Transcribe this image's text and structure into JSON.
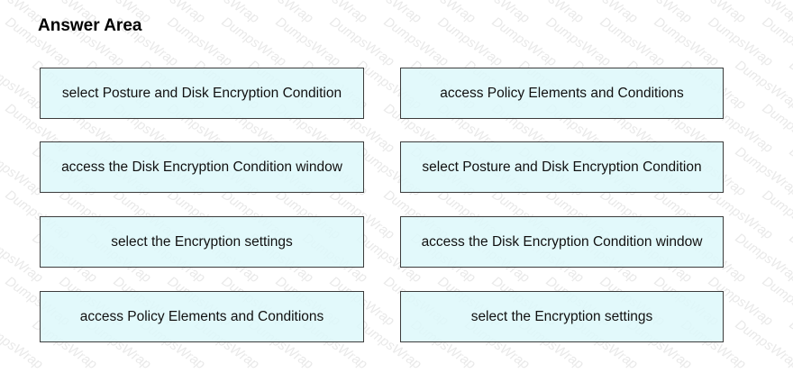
{
  "title": "Answer Area",
  "watermark_text": "DumpsWrap",
  "left_column": [
    {
      "label": "select Posture and Disk Encryption Condition"
    },
    {
      "label": "access the Disk Encryption Condition window"
    },
    {
      "label": "select the Encryption settings"
    },
    {
      "label": "access Policy Elements and Conditions"
    }
  ],
  "right_column": [
    {
      "label": "access Policy Elements and Conditions"
    },
    {
      "label": "select Posture and Disk Encryption Condition"
    },
    {
      "label": "access the Disk Encryption Condition window"
    },
    {
      "label": "select the Encryption settings"
    }
  ],
  "colors": {
    "box_fill": "#ddf8fa",
    "box_border": "#3c3c3c"
  }
}
